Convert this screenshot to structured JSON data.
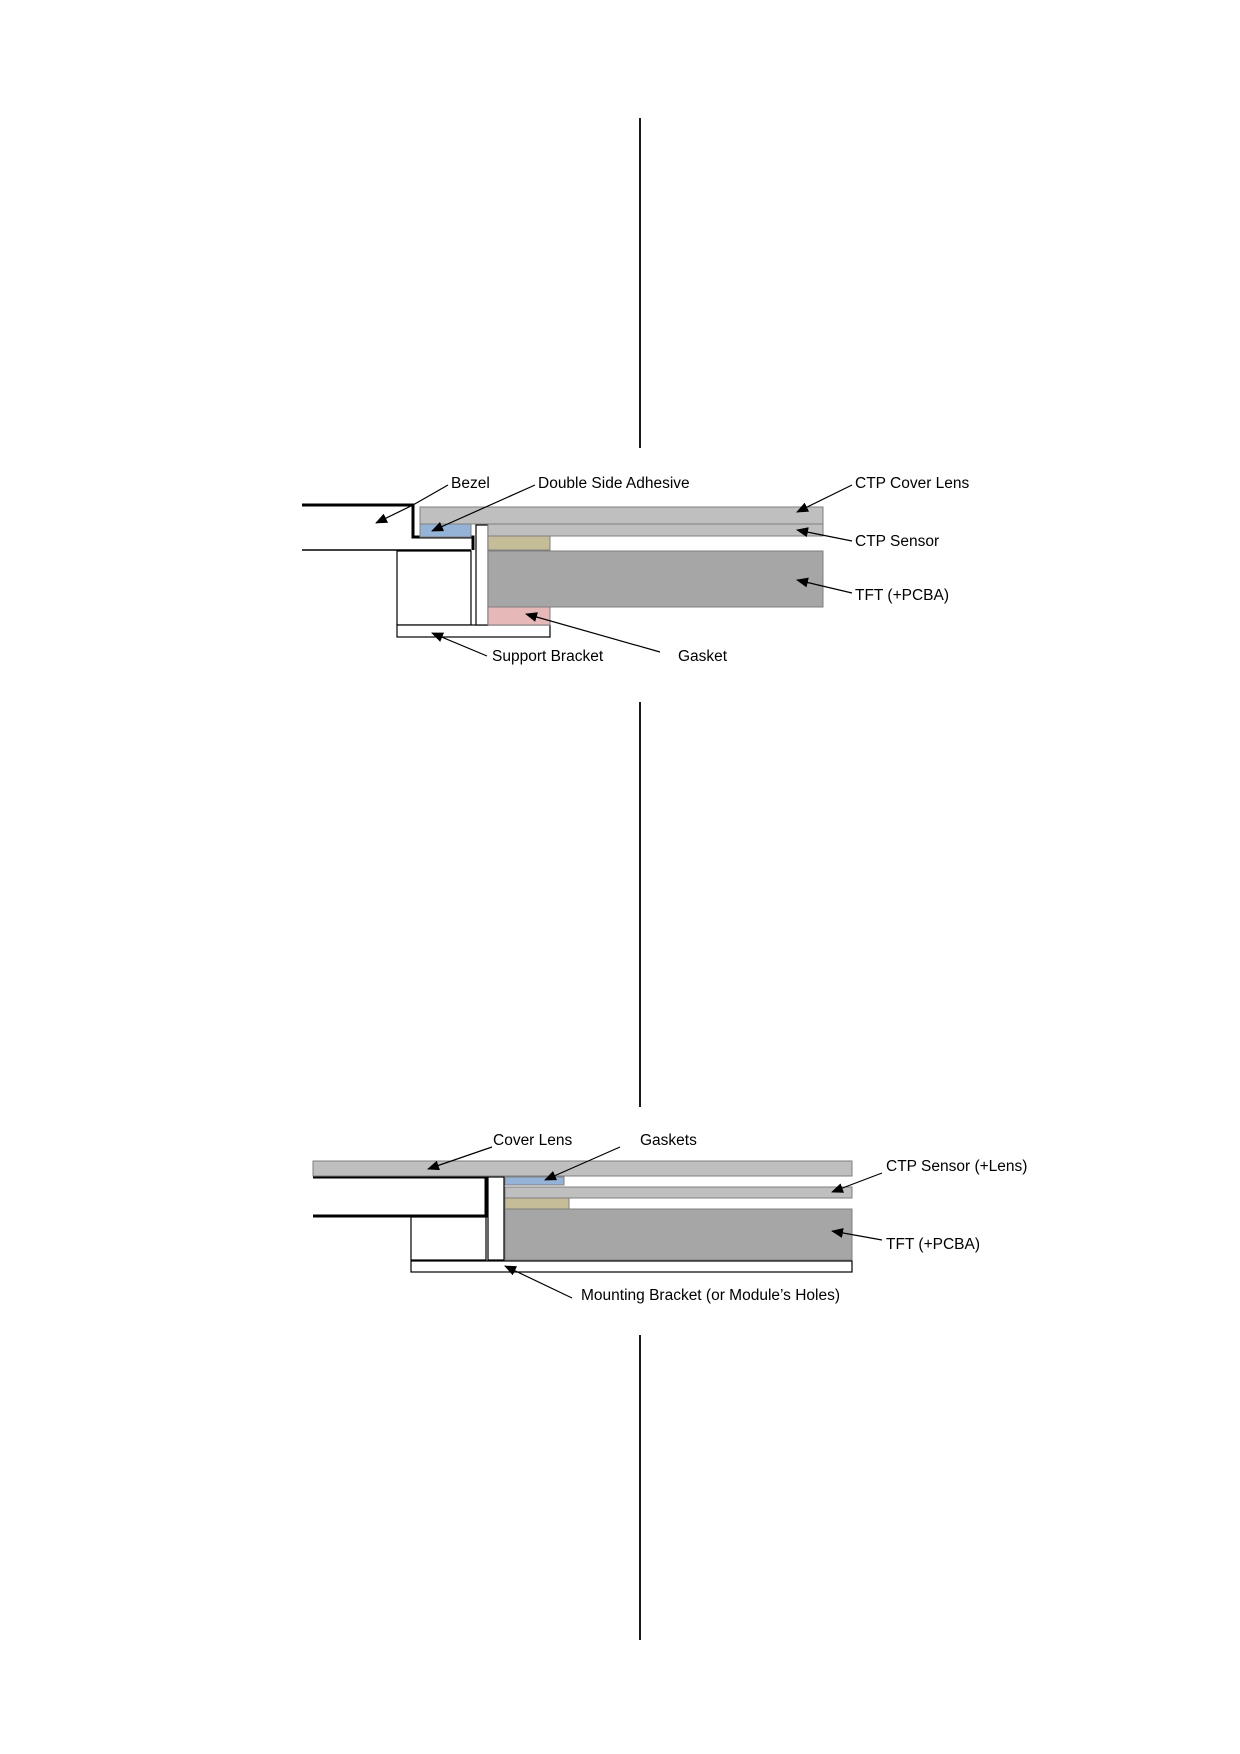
{
  "diagram_top": {
    "labels": {
      "bezel": "Bezel",
      "adhesive": "Double Side Adhesive",
      "cover_lens": "CTP Cover Lens",
      "sensor": "CTP Sensor",
      "tft": "TFT (+PCBA)",
      "support_bracket": "Support Bracket",
      "gasket": "Gasket"
    }
  },
  "diagram_bottom": {
    "labels": {
      "cover_lens": "Cover Lens",
      "gaskets": "Gaskets",
      "sensor": "CTP Sensor (+Lens)",
      "tft": "TFT (+PCBA)",
      "mounting_bracket": "Mounting Bracket (or Module’s Holes)"
    }
  },
  "colors": {
    "panel_gray": "#bfbfbf",
    "tft_gray": "#a6a6a6",
    "adhesive_blue": "#95b3d7",
    "spacer_tan": "#c4bd97",
    "gasket_pink": "#e6b9b8",
    "outline": "#7f7f7f",
    "ink": "#000000"
  }
}
